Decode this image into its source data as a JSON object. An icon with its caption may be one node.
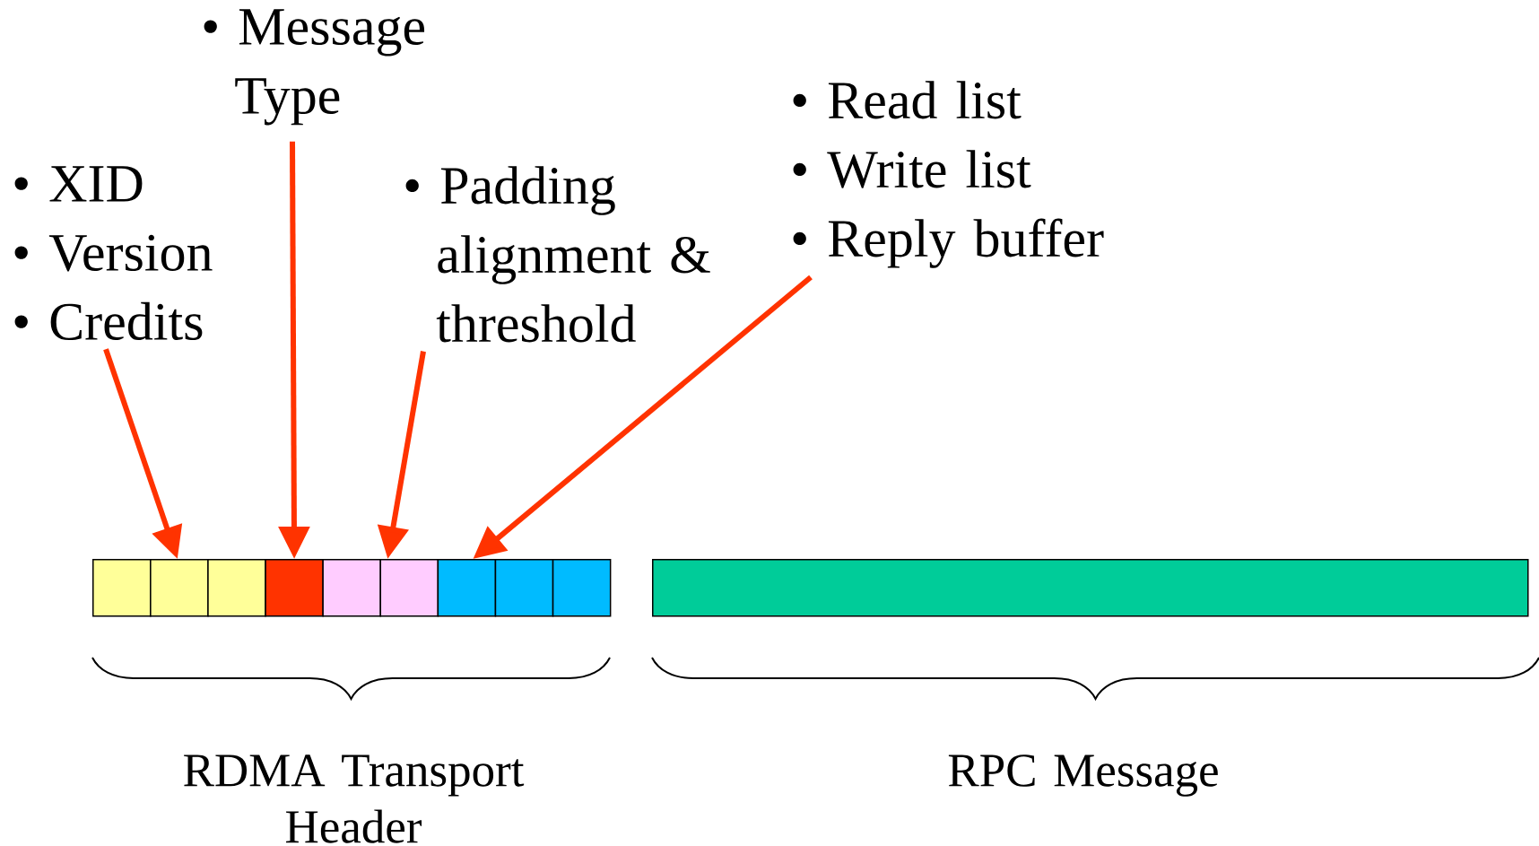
{
  "diagram": {
    "nodes": [
      {
        "text": [
          "• XID",
          "• Version",
          "• Credits"
        ]
      },
      {
        "text": [
          "• Message Type"
        ]
      },
      {
        "text": [
          "• Padding alignment & threshold"
        ]
      },
      {
        "text": [
          "• Read list",
          "• Write list",
          "• Reply buffer"
        ]
      },
      {
        "text": [],
        "shape": "box"
      },
      {
        "text": [],
        "shape": "box"
      },
      {
        "text": [],
        "shape": "box"
      },
      {
        "text": [],
        "shape": "box"
      },
      {
        "text": [],
        "shape": "box"
      },
      {
        "text": [],
        "shape": "box"
      },
      {
        "text": [],
        "shape": "box"
      },
      {
        "text": [],
        "shape": "box"
      },
      {
        "text": [],
        "shape": "box"
      },
      {
        "text": [],
        "shape": "box"
      }
    ],
    "edges": [
      {
        "from": 0,
        "to": 5,
        "arrow": "to"
      },
      {
        "from": 1,
        "to": 7,
        "arrow": "to"
      },
      {
        "from": 2,
        "to": 9,
        "arrow": "to"
      },
      {
        "from": 3,
        "to": 10,
        "arrow": "to"
      }
    ],
    "labels": [
      "RDMA Transport Header",
      "RPC Message"
    ]
  }
}
